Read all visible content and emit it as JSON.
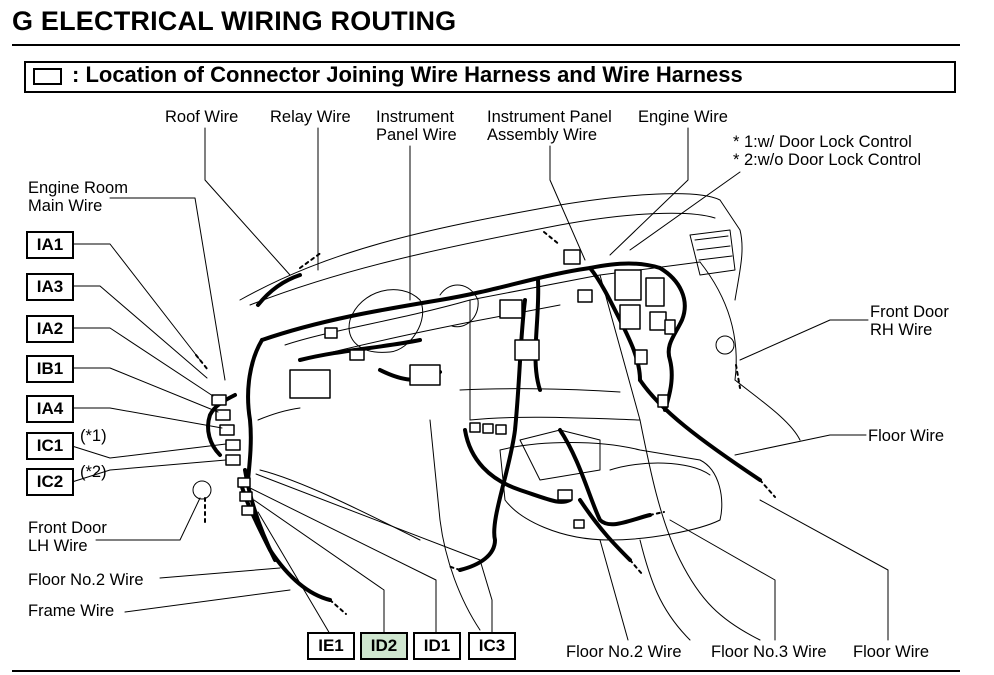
{
  "header": {
    "title": "G  ELECTRICAL WIRING ROUTING",
    "subtitle": ": Location of Connector Joining Wire Harness and Wire Harness"
  },
  "wire_labels": {
    "roof_wire": "Roof Wire",
    "relay_wire": "Relay Wire",
    "instrument_panel_wire_1": "Instrument",
    "instrument_panel_wire_2": "Panel Wire",
    "instrument_panel_assembly_wire_1": "Instrument Panel",
    "instrument_panel_assembly_wire_2": "Assembly Wire",
    "engine_wire": "Engine Wire",
    "engine_room_main_wire_1": "Engine Room",
    "engine_room_main_wire_2": "Main Wire",
    "front_door_rh_wire_1": "Front Door",
    "front_door_rh_wire_2": "RH Wire",
    "floor_wire_right": "Floor Wire",
    "front_door_lh_wire_1": "Front Door",
    "front_door_lh_wire_2": "LH Wire",
    "floor_no2_wire_left": "Floor No.2 Wire",
    "frame_wire": "Frame Wire",
    "floor_no2_wire_bottom": "Floor No.2 Wire",
    "floor_no3_wire_bottom": "Floor No.3 Wire",
    "floor_wire_bottom": "Floor Wire"
  },
  "notes": {
    "note1": "* 1:w/ Door Lock Control",
    "note2": "* 2:w/o Door Lock Control",
    "ic1_note": "(*1)",
    "ic2_note": "(*2)"
  },
  "connectors_left": [
    "IA1",
    "IA3",
    "IA2",
    "IB1",
    "IA4",
    "IC1",
    "IC2"
  ],
  "connectors_bottom": [
    "IE1",
    "ID2",
    "ID1",
    "IC3"
  ],
  "colors": {
    "highlight": "#cfe6cf",
    "ink": "#000000"
  }
}
